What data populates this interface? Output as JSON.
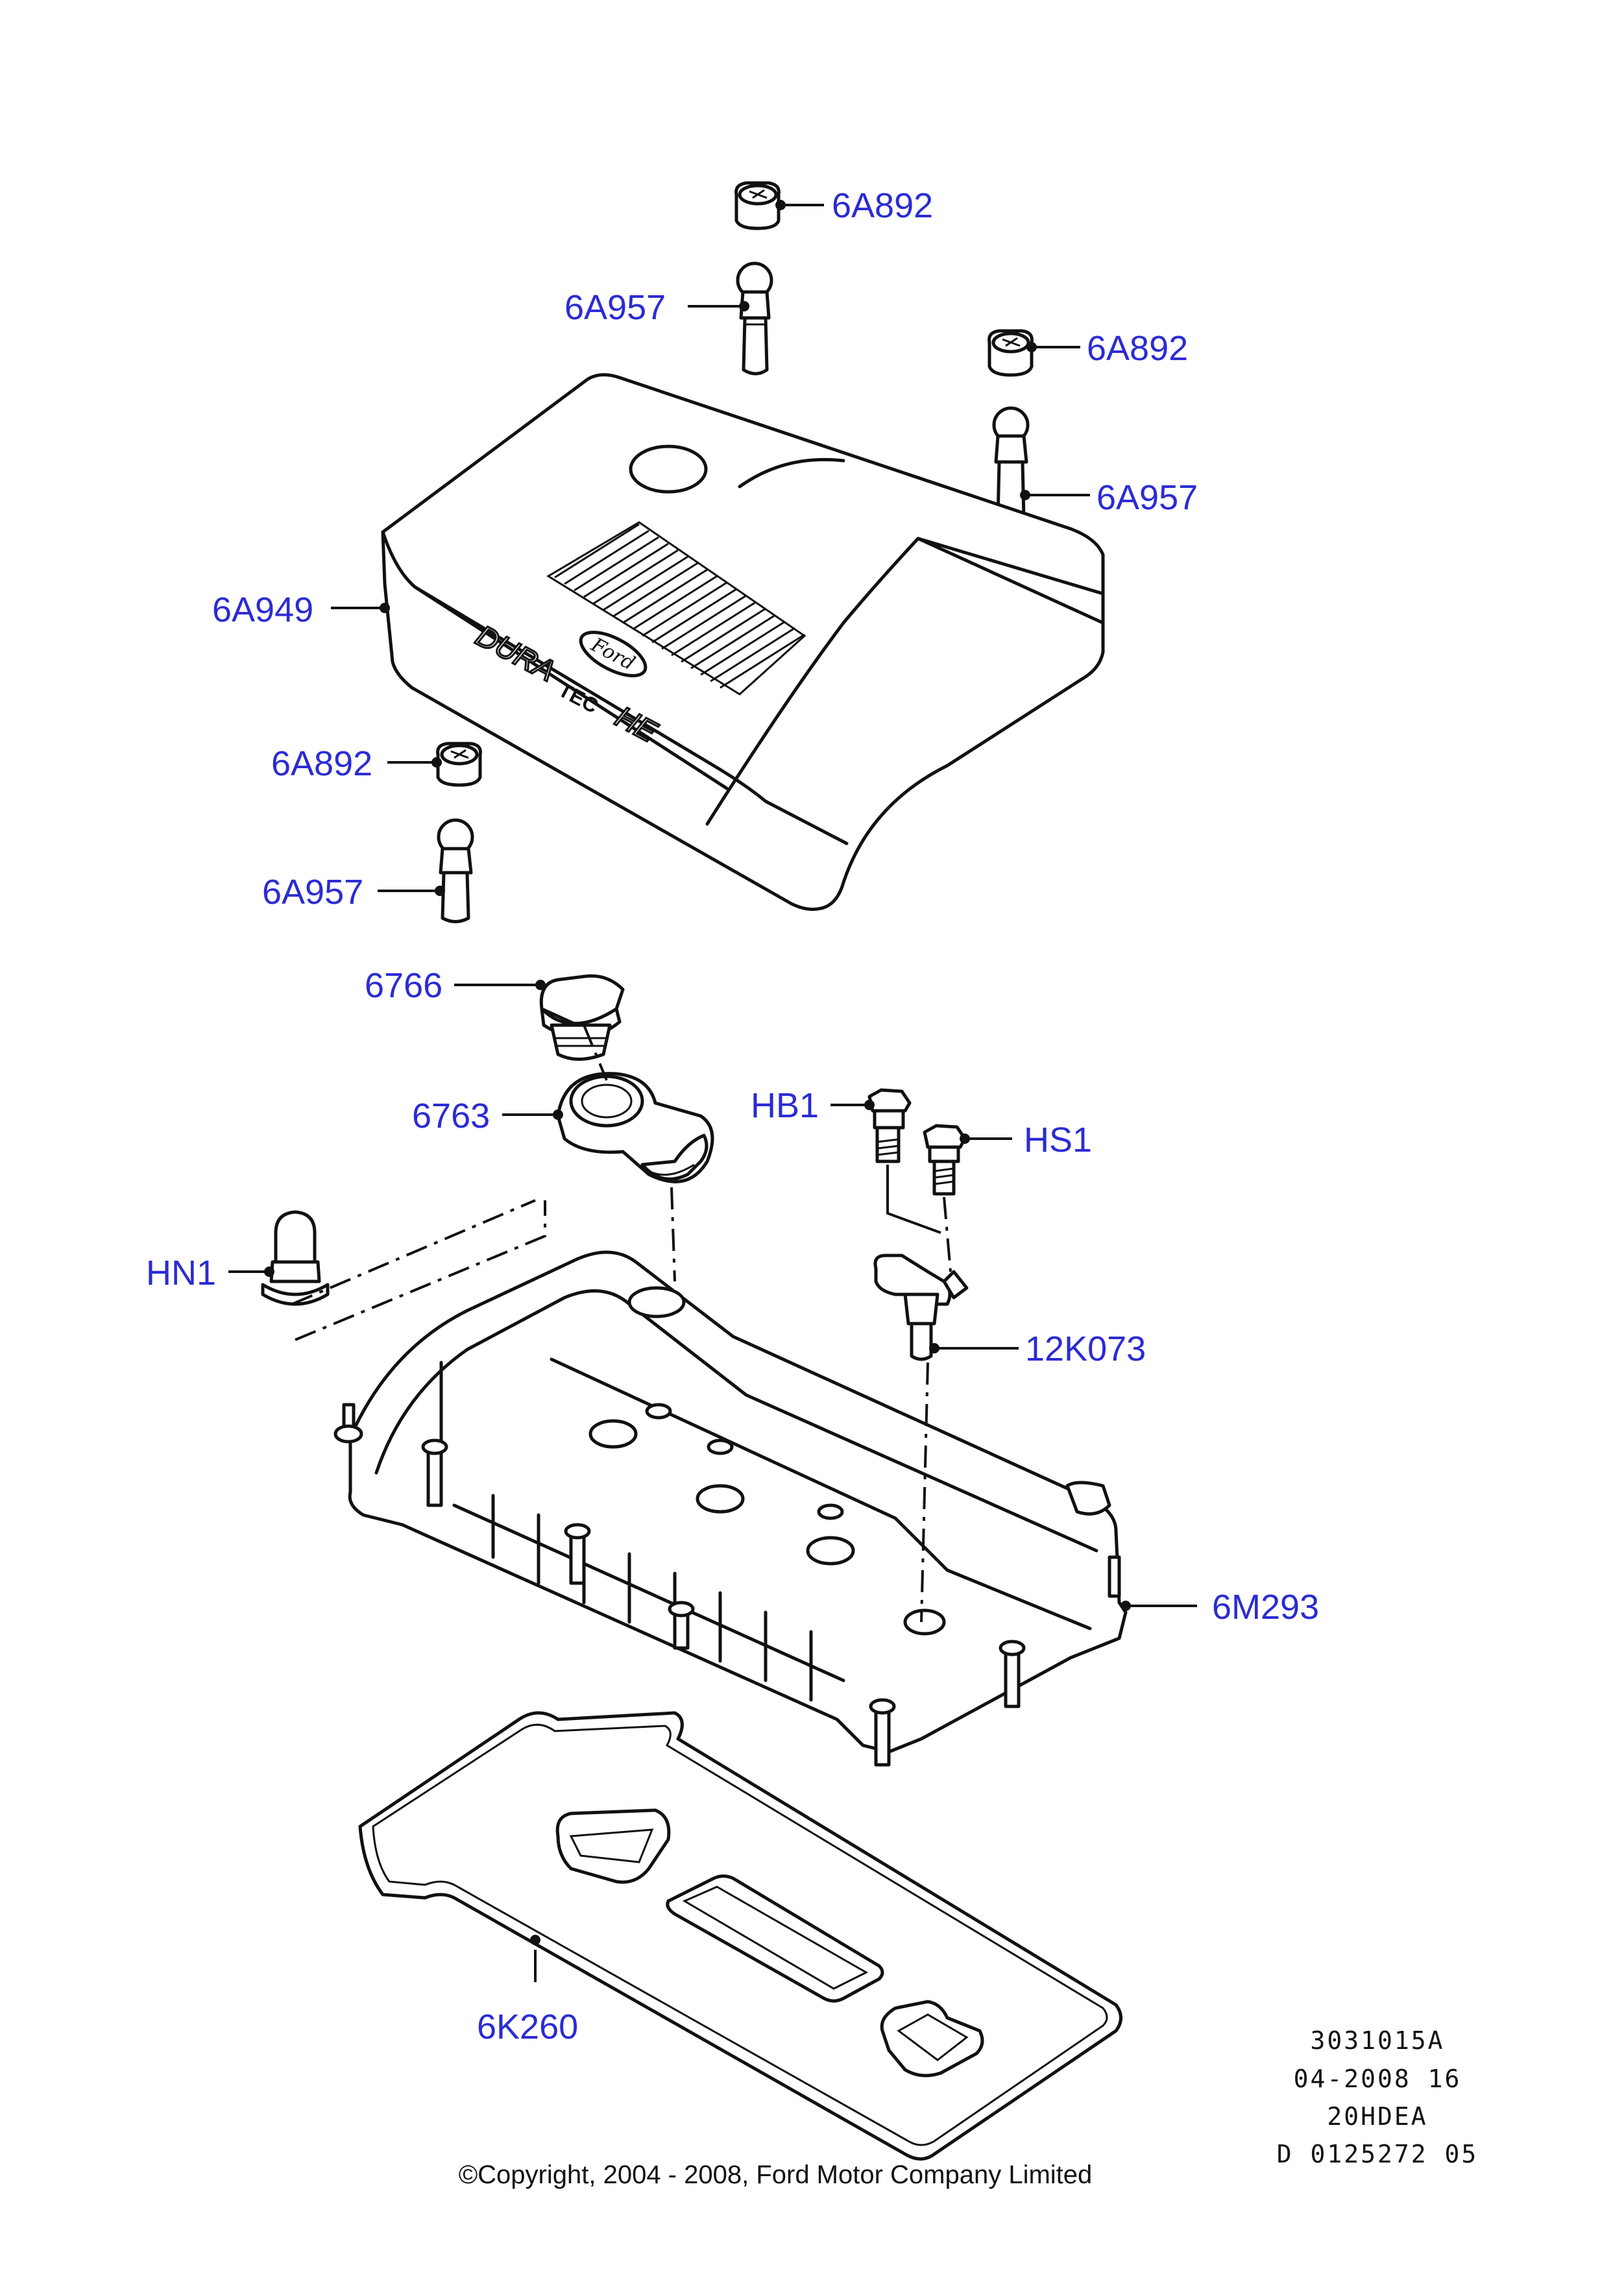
{
  "parts": {
    "p6A892_a": "6A892",
    "p6A957_a": "6A957",
    "p6A892_b": "6A892",
    "p6A957_b": "6A957",
    "p6A949": "6A949",
    "p6A892_c": "6A892",
    "p6A957_c": "6A957",
    "p6766": "6766",
    "p6763": "6763",
    "pHB1": "HB1",
    "pHS1": "HS1",
    "pHN1": "HN1",
    "p12K073": "12K073",
    "p6M293": "6M293",
    "p6K260": "6K260"
  },
  "cover_logo": {
    "brand": "Ford",
    "text_line1": "DURA",
    "text_line2": "TEC",
    "text_line3": "HE"
  },
  "reference": {
    "line1": "3031015A",
    "line2": "04-2008 16",
    "line3": "20HDEA",
    "line4": "D 0125272 05"
  },
  "copyright": "©Copyright, 2004 - 2008, Ford Motor Company Limited"
}
